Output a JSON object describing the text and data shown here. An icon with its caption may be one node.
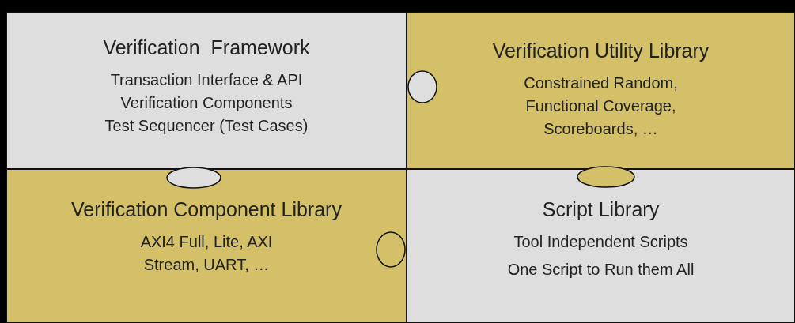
{
  "diagram": {
    "nodes": [
      {
        "text": [
          "Verification  Framework",
          "Transaction Interface & API",
          "Verification Components",
          "Test Sequencer (Test Cases)"
        ]
      },
      {
        "text": [
          "Verification Utility Library",
          "Constrained Random, Functional Coverage, Scoreboards, …"
        ]
      },
      {
        "text": [
          "Verification Component Library",
          "AXI4 Full, Lite, AXI Stream, UART, …"
        ]
      },
      {
        "text": [
          "Script Library",
          "Tool Independent Scripts",
          "One Script to Run them All"
        ]
      }
    ]
  }
}
